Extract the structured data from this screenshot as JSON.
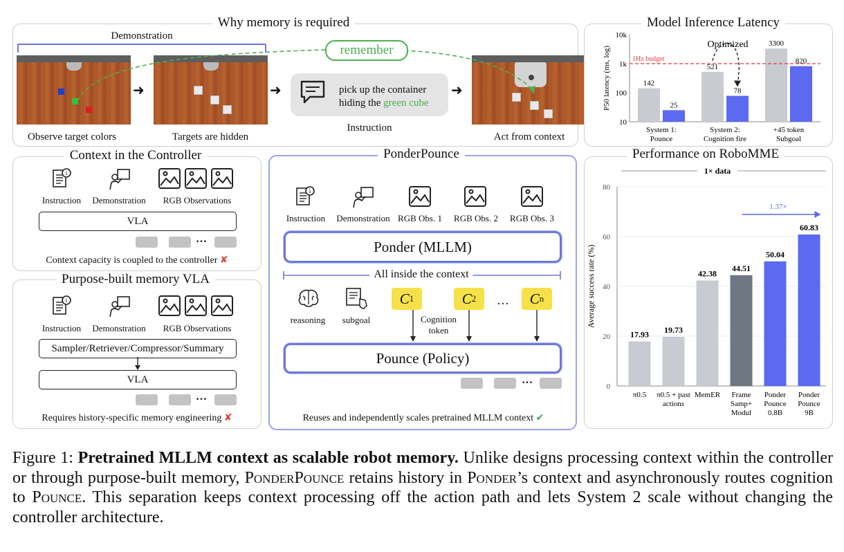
{
  "why": {
    "title": "Why memory is required",
    "demonstration": "Demonstration",
    "remember": "remember",
    "captions": [
      "Observe target colors",
      "Targets are hidden",
      "Instruction",
      "Act from context"
    ],
    "instruction_text_1": "pick up the container",
    "instruction_text_2": "hiding the ",
    "instruction_green": "green cube"
  },
  "context_controller": {
    "title": "Context in the Controller",
    "inputs": [
      "Instruction",
      "Demonstration",
      "RGB Observations"
    ],
    "vla": "VLA",
    "note": "Context capacity is coupled to the controller",
    "mark": "✘"
  },
  "purpose_built": {
    "title": "Purpose-built memory VLA",
    "inputs": [
      "Instruction",
      "Demonstration",
      "RGB Observations"
    ],
    "memory": "Sampler/Retriever/Compressor/Summary",
    "vla": "VLA",
    "note": "Requires history-specific memory engineering",
    "mark": "✘"
  },
  "ponderpounce": {
    "title": "PonderPounce",
    "inputs": [
      "Instruction",
      "Demonstration",
      "RGB Obs. 1",
      "RGB Obs. 2",
      "RGB Obs. 3"
    ],
    "ponder": "Ponder (MLLM)",
    "all_inside": "All inside the context",
    "reasoning": "reasoning",
    "subgoal": "subgoal",
    "cognition_token_1": "Cognition",
    "cognition_token_2": "token",
    "pounce": "Pounce (Policy)",
    "note": "Reuses and independently scales pretrained MLLM context",
    "mark": "✔",
    "dots": "…"
  },
  "colors": {
    "accent_blue": "#5b6af0",
    "gray_bar": "#c8ccd2",
    "dark_bar": "#6e7682",
    "budget_red": "#e23b3b",
    "green": "#4caf50",
    "cognition_yellow": "#f7e14a"
  },
  "chart_data": [
    {
      "type": "bar",
      "title": "Model Inference Latency",
      "ylabel": "P50 latency (ms, log)",
      "yscale": "log",
      "ylim": [
        10,
        10000
      ],
      "yticks": [
        "10",
        "100",
        "1k",
        "10k"
      ],
      "categories": [
        "System 1:\nPounce",
        "System 2:\nCognition fire",
        "+45 token\nSubgoal"
      ],
      "series": [
        {
          "values": [
            142,
            521,
            3300
          ],
          "color": "#c8ccd2",
          "labels": [
            "142",
            "521",
            "3300"
          ]
        },
        {
          "values": [
            25,
            78,
            820
          ],
          "color": "#5b6af0",
          "labels": [
            "25",
            "78",
            "820"
          ]
        }
      ],
      "reference_line": {
        "value": 1000,
        "label": "1Hz budget"
      },
      "annotation": "Optimized"
    },
    {
      "type": "bar",
      "title": "Performance on RoboMME",
      "subtitle": "1× data",
      "ylabel": "Average success rate (%)",
      "ylim": [
        0,
        80
      ],
      "yticks": [
        0,
        20,
        40,
        60,
        80
      ],
      "categories": [
        "π0.5",
        "π0.5 + past\nactions",
        "MemER",
        "Frame\nSamp+\nModul",
        "Ponder\nPounce\n0.8B",
        "Ponder\nPounce\n9B"
      ],
      "values": [
        17.93,
        19.73,
        42.38,
        44.51,
        50.04,
        60.83
      ],
      "labels": [
        "17.93",
        "19.73",
        "42.38",
        "44.51",
        "50.04",
        "60.83"
      ],
      "colors": [
        "#c8ccd2",
        "#c8ccd2",
        "#c8ccd2",
        "#6e7682",
        "#5b6af0",
        "#5b6af0"
      ],
      "annotation": "1.37×"
    }
  ],
  "caption": {
    "prefix": "Figure 1: ",
    "bold": "Pretrained MLLM context as scalable robot memory.",
    "t1": " Unlike designs processing context within the controller or through purpose-built memory, ",
    "sc1": "PonderPounce",
    "t2": " retains history in ",
    "sc2": "Ponder",
    "t3": "’s context and asynchronously routes cognition to ",
    "sc3": "Pounce",
    "t4": ". This separation keeps context processing off the action path and lets System 2 scale without changing the controller architecture."
  }
}
